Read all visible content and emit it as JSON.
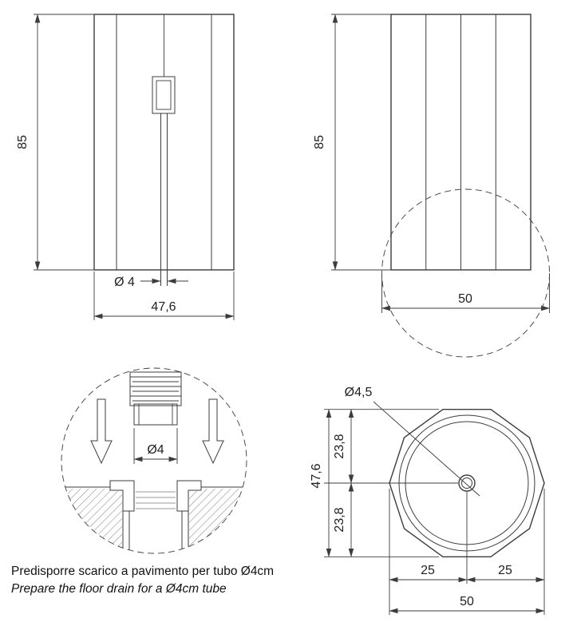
{
  "views": {
    "front": {
      "height": "85",
      "width": "47,6",
      "drain": "Ø 4"
    },
    "side": {
      "height": "85",
      "diameter": "50"
    },
    "detail": {
      "tube_diameter": "Ø4"
    },
    "top": {
      "hole": "Ø4,5",
      "total_height": "47,6",
      "half_height_top": "23,8",
      "half_height_bottom": "23,8",
      "half_width_left": "25",
      "half_width_right": "25",
      "total_width": "50"
    }
  },
  "notes": {
    "italian": "Predisporre scarico a pavimento per tubo Ø4cm",
    "english": "Prepare the floor drain for a Ø4cm tube"
  },
  "colors": {
    "line": "#3c3c3c",
    "flange_fill": "#4f4f4f",
    "hole_fill": "#d0d0d0"
  }
}
